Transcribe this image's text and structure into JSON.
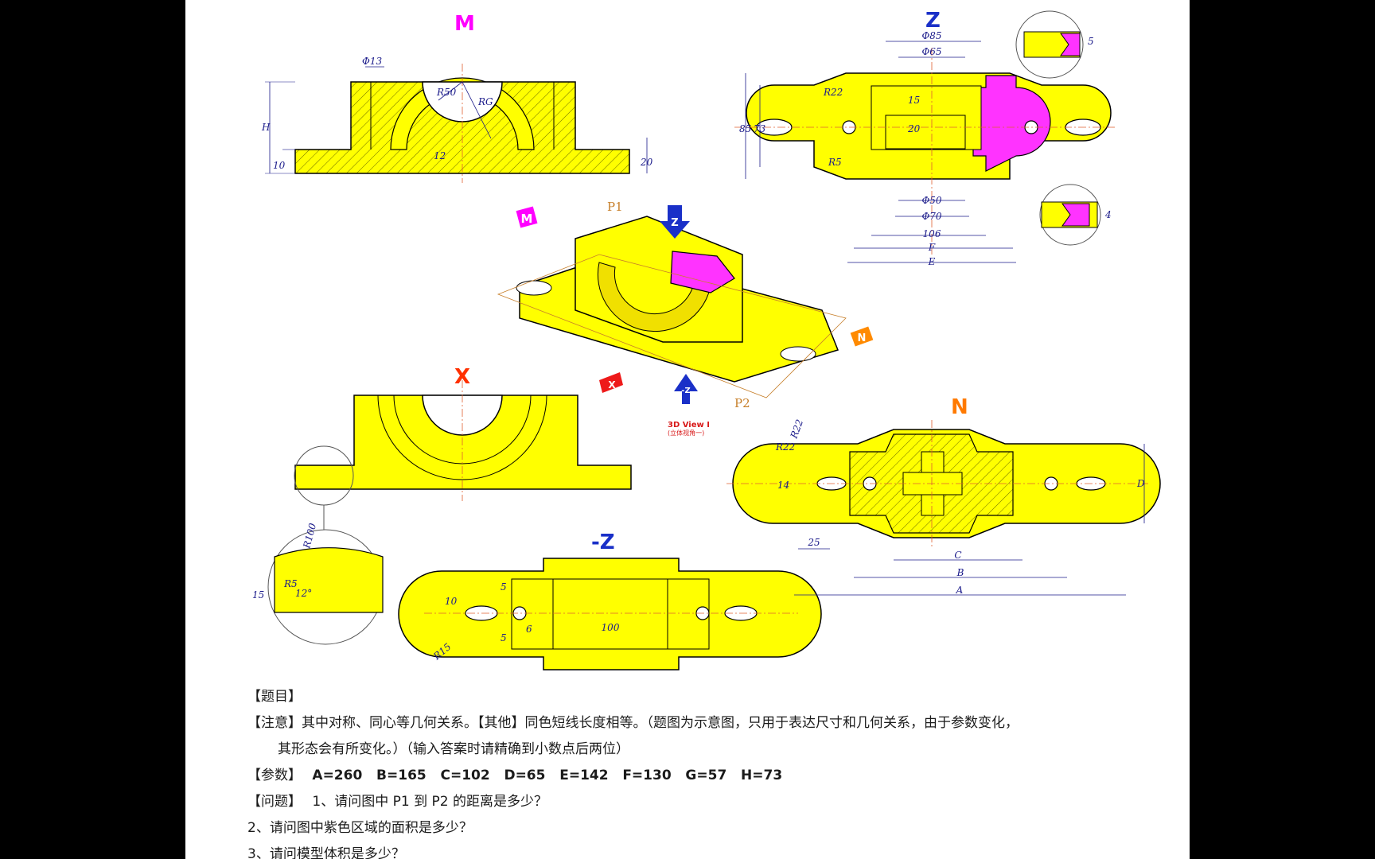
{
  "view_labels": {
    "m": "M",
    "z": "Z",
    "x": "X",
    "n": "N",
    "neg_z": "-Z"
  },
  "iso": {
    "p1": "P1",
    "p2": "P2",
    "title": "3D View I",
    "subtitle": "(立体视角一)",
    "badge_m": "M",
    "badge_z": "Z",
    "badge_n": "N",
    "badge_x": "X",
    "badge_negz": "-Z"
  },
  "dims_m": {
    "phi13": "Φ13",
    "r50": "R50",
    "rg": "RG",
    "h": "H",
    "ten": "10",
    "twelve": "12",
    "twenty": "20"
  },
  "dims_z": {
    "phi85": "Φ85",
    "phi65": "Φ65",
    "phi50": "Φ50",
    "phi70": "Φ70",
    "d106": "106",
    "f": "F",
    "e": "E",
    "r22": "R22",
    "r5": "R5",
    "d85": "85",
    "d73": "73",
    "d15": "15",
    "d20": "20",
    "d5": "5",
    "d4": "4"
  },
  "dims_detail": {
    "r100": "R100",
    "r5": "R5",
    "angle": "12°",
    "d15": "15"
  },
  "dims_negz": {
    "d5a": "5",
    "d5b": "5",
    "d10": "10",
    "d6": "6",
    "d100": "100",
    "r15": "R15"
  },
  "dims_n": {
    "r22a": "R22",
    "r22b": "R22",
    "d14": "14",
    "d25": "25",
    "c": "C",
    "b": "B",
    "a": "A",
    "d": "D"
  },
  "colors": {
    "part": "#ffff00",
    "highlight": "#ff33ff",
    "dim": "#1a1a8a",
    "outline": "#000000",
    "m": "#ff00ff",
    "z": "#1a30c8",
    "x": "#ff3000",
    "n": "#ff7a00",
    "neg_z": "#1a30c8",
    "p": "#c77f2a"
  },
  "text": {
    "line1": "【题目】",
    "line2": "【注意】其中对称、同心等几何关系。【其他】同色短线长度相等。（题图为示意图，只用于表达尺寸和几何关系，由于参数变化，",
    "line3": "其形态会有所变化。）（输入答案时请精确到小数点后两位）",
    "line4_label": "【参数】",
    "params": "A=260   B=165   C=102   D=65   E=142   F=130   G=57   H=73",
    "line5_label": "【问题】",
    "q1": "1、请问图中 P1 到 P2 的距离是多少？",
    "q2": "2、请问图中紫色区域的面积是多少？",
    "q3": "3、请问模型体积是多少？"
  }
}
